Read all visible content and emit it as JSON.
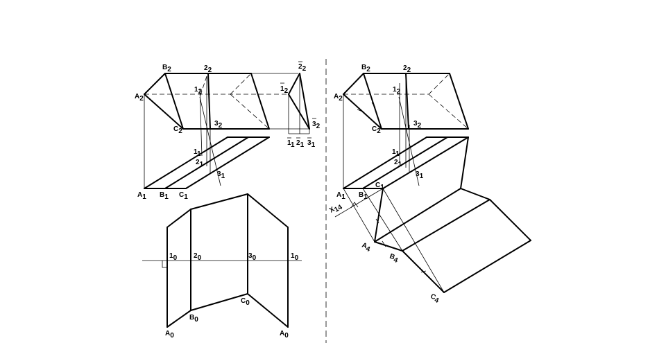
{
  "labels": {
    "A2": "A",
    "A2_sub": "2",
    "B2": "B",
    "B2_sub": "2",
    "C2": "C",
    "C2_sub": "2",
    "p1_2": "1",
    "p1_2_sub": "2",
    "p2_2": "2",
    "p2_2_sub": "2",
    "p3_2": "3",
    "p3_2_sub": "2",
    "p1_1": "1",
    "p1_1_sub": "1",
    "p2_1": "2",
    "p2_1_sub": "1",
    "p3_1": "3",
    "p3_1_sub": "1",
    "A1": "A",
    "A1_sub": "1",
    "B1": "B",
    "B1_sub": "1",
    "C1": "C",
    "C1_sub": "1",
    "bar2_2": "2",
    "bar2_2_sub": "2",
    "bar1_2": "1",
    "bar1_2_sub": "2",
    "bar3_2": "3",
    "bar3_2_sub": "2",
    "bar1_1": "1",
    "bar1_1_sub": "1",
    "bar2_1": "2",
    "bar2_1_sub": "1",
    "bar3_1": "3",
    "bar3_1_sub": "1",
    "p1_0": "1",
    "p1_0_sub": "0",
    "p2_0": "2",
    "p2_0_sub": "0",
    "p3_0": "3",
    "p3_0_sub": "0",
    "p1_0b": "1",
    "p1_0b_sub": "0",
    "B0": "B",
    "B0_sub": "0",
    "C0": "C",
    "C0_sub": "0",
    "A0": "A",
    "A0_sub": "0",
    "A0b": "A",
    "A0b_sub": "0",
    "rA2": "A",
    "rA2_sub": "2",
    "rB2": "B",
    "rB2_sub": "2",
    "rC2": "C",
    "rC2_sub": "2",
    "r1_2": "1",
    "r1_2_sub": "2",
    "r2_2": "2",
    "r2_2_sub": "2",
    "r3_2": "3",
    "r3_2_sub": "2",
    "r1_1": "1",
    "r1_1_sub": "1",
    "r2_1": "2",
    "r2_1_sub": "1",
    "r3_1": "3",
    "r3_1_sub": "1",
    "rA1": "A",
    "rA1_sub": "1",
    "rB1": "B",
    "rB1_sub": "1",
    "rC1": "C",
    "rC1_sub": "1",
    "X14": "X",
    "X14_sub": "14",
    "A4": "A",
    "A4_sub": "4",
    "B4": "B",
    "B4_sub": "4",
    "C4": "C",
    "C4_sub": "4"
  }
}
